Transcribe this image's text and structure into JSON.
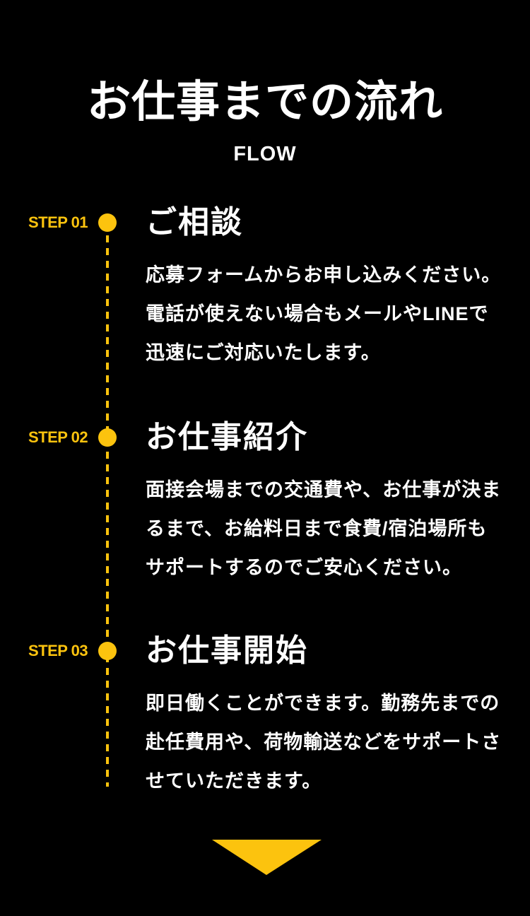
{
  "colors": {
    "background": "#000000",
    "accent": "#fcc30e",
    "text": "#ffffff"
  },
  "header": {
    "title": "お仕事までの流れ",
    "subtitle": "FLOW"
  },
  "steps": [
    {
      "label": "STEP 01",
      "title": "ご相談",
      "description": "応募フォームからお申し込みください。電話が使えない場合もメールやLINEで迅速にご対応いたします。"
    },
    {
      "label": "STEP 02",
      "title": "お仕事紹介",
      "description": "面接会場までの交通費や、お仕事が決まるまで、お給料日まで食費/宿泊場所もサポートするのでご安心ください。"
    },
    {
      "label": "STEP 03",
      "title": "お仕事開始",
      "description": "即日働くことができます。勤務先までの赴任費用や、荷物輸送などをサポートさせていただきます。"
    }
  ],
  "icons": {
    "timeline_dot": "step-dot-icon",
    "scroll_indicator": "triangle-down-icon"
  }
}
